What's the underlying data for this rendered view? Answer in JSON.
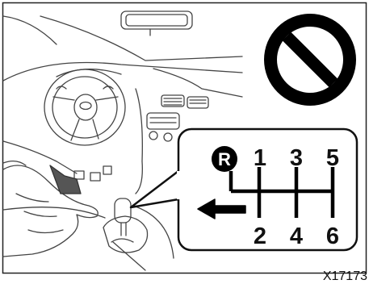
{
  "figure": {
    "code": "X17173",
    "prohibited_icon": "no-symbol-icon",
    "shift_pattern": {
      "reverse_label": "R",
      "top_gears": [
        "1",
        "3",
        "5"
      ],
      "bottom_gears": [
        "2",
        "4",
        "6"
      ]
    }
  }
}
